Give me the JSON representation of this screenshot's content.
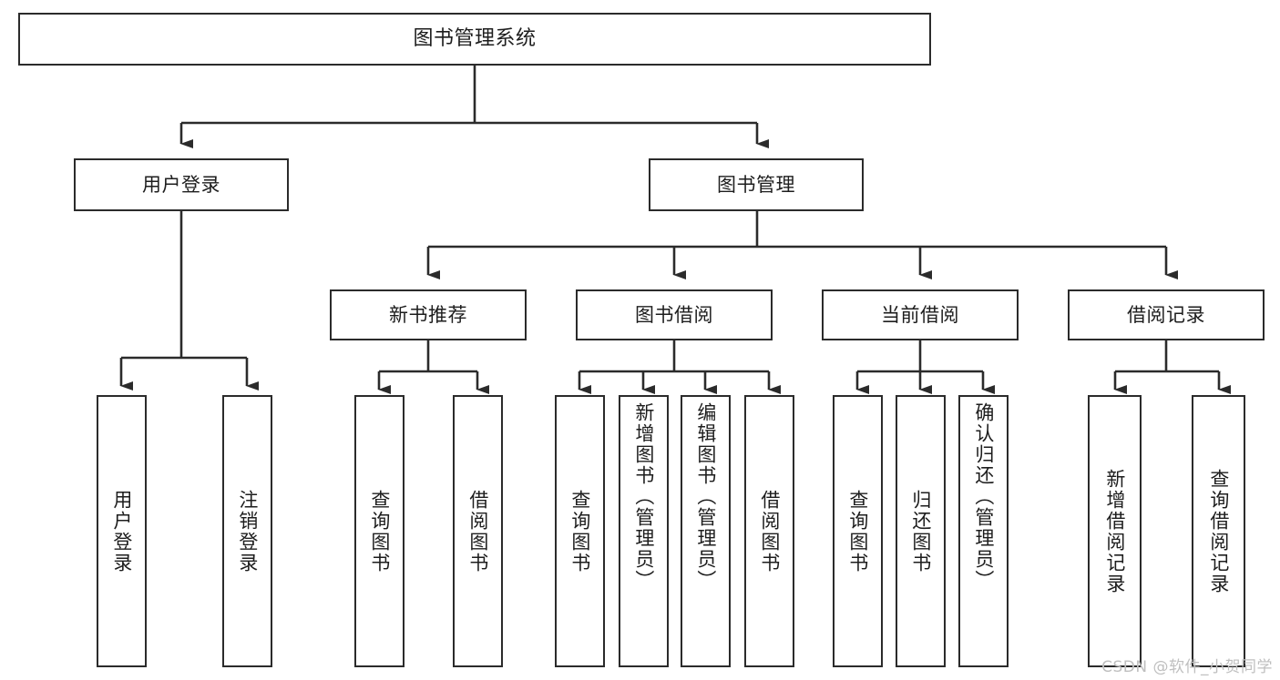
{
  "diagram": {
    "title": "图书管理系统",
    "type": "tree",
    "colors": {
      "background": "#ffffff",
      "node_border": "#2b2b2b",
      "node_fill": "#ffffff",
      "edge": "#2b2b2b",
      "text": "#1d1d1d",
      "watermark": "#bfbfbf"
    },
    "nodes": {
      "root": {
        "label": "图书管理系统"
      },
      "level2": [
        {
          "label": "用户登录"
        },
        {
          "label": "图书管理"
        }
      ],
      "level3": [
        {
          "label": "新书推荐"
        },
        {
          "label": "图书借阅"
        },
        {
          "label": "当前借阅"
        },
        {
          "label": "借阅记录"
        }
      ],
      "leaves_user_login": [
        {
          "label": "用户登录"
        },
        {
          "label": "注销登录"
        }
      ],
      "leaves_new_book": [
        {
          "label": "查询图书"
        },
        {
          "label": "借阅图书"
        }
      ],
      "leaves_borrow": [
        {
          "label": "查询图书"
        },
        {
          "label": "新增图书（管理员）"
        },
        {
          "label": "编辑图书（管理员）"
        },
        {
          "label": "借阅图书"
        }
      ],
      "leaves_current": [
        {
          "label": "查询图书"
        },
        {
          "label": "归还图书"
        },
        {
          "label": "确认归还（管理员）"
        }
      ],
      "leaves_records": [
        {
          "label": "新增借阅记录"
        },
        {
          "label": "查询借阅记录"
        }
      ]
    }
  },
  "watermark": {
    "text": "CSDN @软件_小贺同学"
  }
}
